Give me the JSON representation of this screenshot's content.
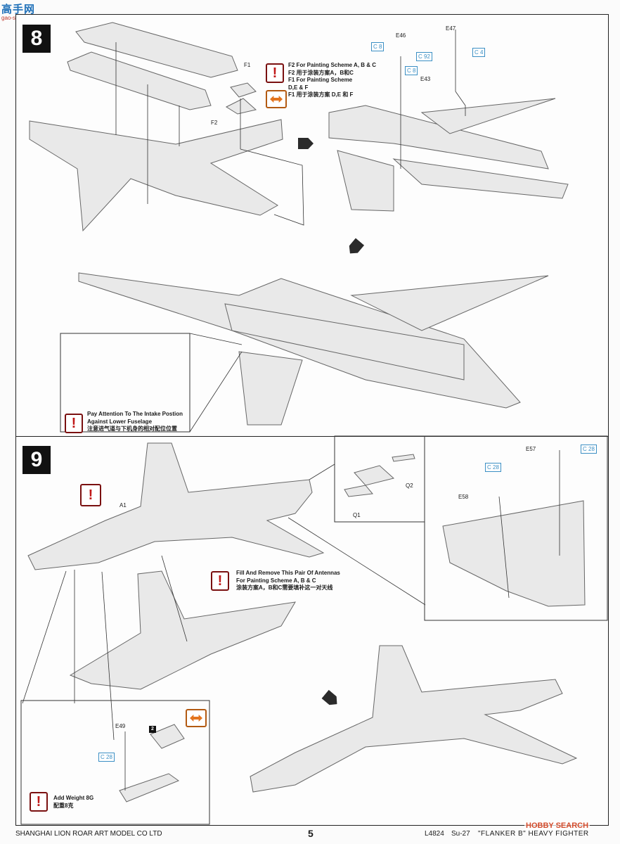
{
  "watermark": {
    "site_name": "高手网",
    "url": "gao-shou.com"
  },
  "step8": {
    "number": "8",
    "painting_note": [
      "F2 For Painting Scheme A, B & C",
      "F2 用于涂装方案A，B和C",
      "F1 For Painting Scheme",
      "D,E & F",
      "F1 用于涂装方案 D,E 和 F"
    ],
    "part_labels": {
      "f1": "F1",
      "f2": "F2",
      "e46": "E46",
      "e47": "E47",
      "e43": "E43"
    },
    "refs": {
      "c8a": "C 8",
      "c92": "C 92",
      "c8b": "C 8",
      "c4": "C 4"
    },
    "intake_note": [
      "Pay Attention To The Intake Postion",
      "Against Lower Fuselage",
      "注意进气道与下机身的相对配位位置"
    ]
  },
  "step9": {
    "number": "9",
    "part_labels": {
      "a1": "A1",
      "q1": "Q1",
      "q2": "Q2",
      "e57": "E57",
      "e58": "E58",
      "e49": "E49",
      "sub2": "2"
    },
    "refs": {
      "c28a": "C 28",
      "c28b": "C 28",
      "c28c": "C 28"
    },
    "antenna_note": [
      "Fill And Remove This Pair Of Antennas",
      "For Painting Scheme A, B & C",
      "涂装方案A，B和C需要填补这一对天线"
    ],
    "weight_note": [
      "Add Weight 8G",
      "配重8克"
    ]
  },
  "footer": {
    "company": "SHANGHAI LION ROAR ART MODEL CO LTD",
    "page": "5",
    "product_code": "L4824",
    "model": "Su-27",
    "name": "\"FLANKER B\" HEAVY FIGHTER",
    "watermark": "HOBBY SEARCH"
  }
}
